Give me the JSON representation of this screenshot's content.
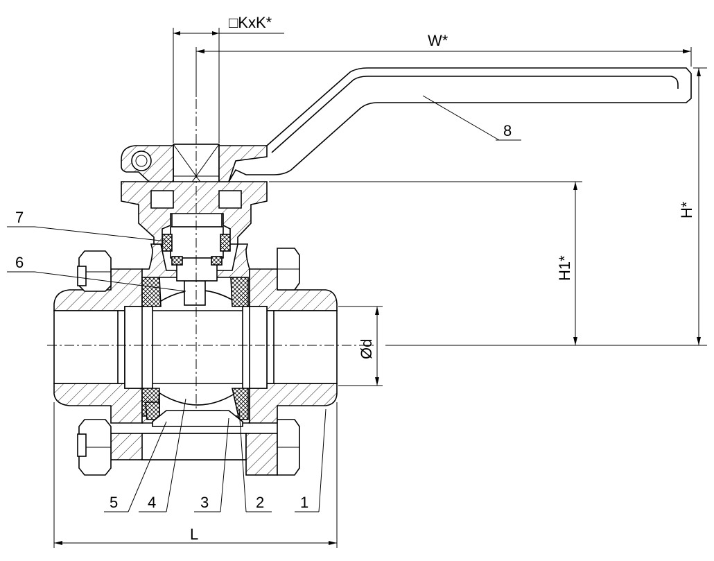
{
  "drawing": {
    "dimensions": {
      "square": "□KxK*",
      "width": "W*",
      "height": "H*",
      "height1": "H1*",
      "diameter": "Ød",
      "length": "L"
    },
    "callouts": [
      "1",
      "2",
      "3",
      "4",
      "5",
      "6",
      "7",
      "8"
    ]
  }
}
